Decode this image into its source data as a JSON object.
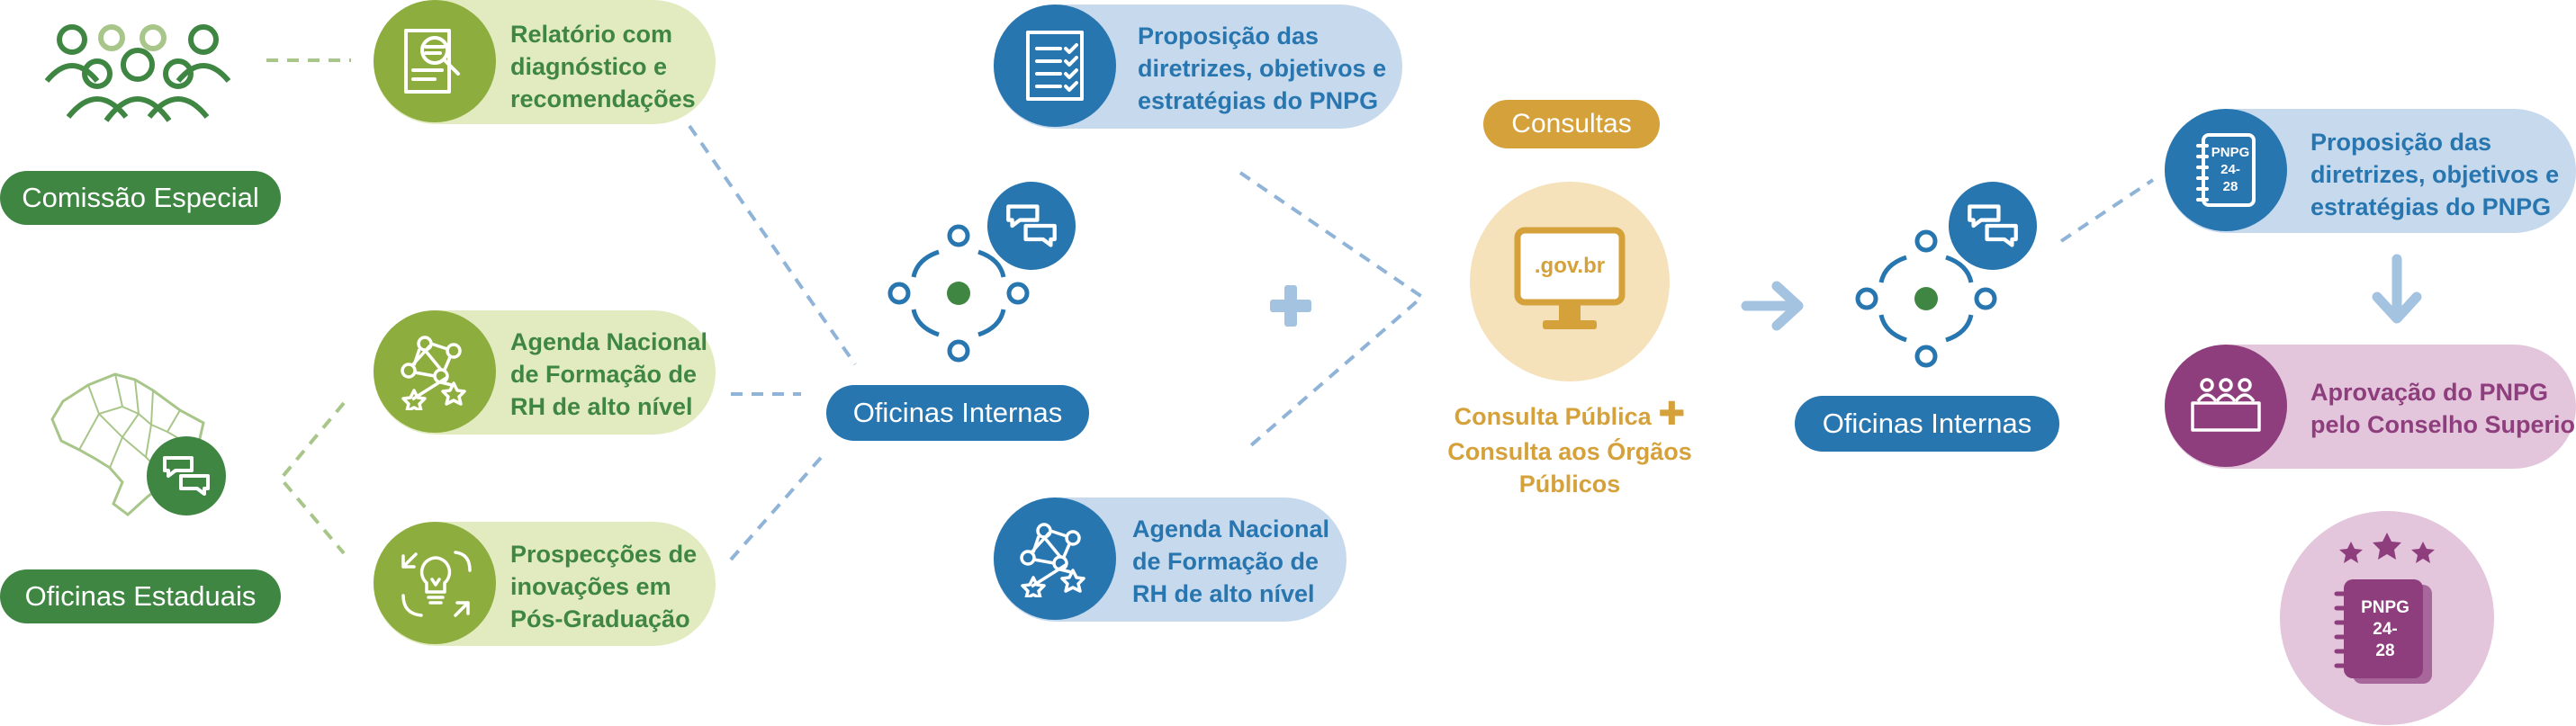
{
  "left": {
    "commission_label": "Comissão Especial",
    "state_workshops_label": "Oficinas Estaduais",
    "report_lines": [
      "Relatório com",
      "diagnóstico e",
      "recomendações"
    ],
    "agenda_lines": [
      "Agenda Nacional",
      "de Formação de",
      "RH de alto nível"
    ],
    "prospect_lines": [
      "Prospecções de",
      "inovações em",
      "Pós-Graduação"
    ]
  },
  "middle": {
    "internal_workshops_label": "Oficinas Internas",
    "proposition_lines": [
      "Proposição das",
      "diretrizes, objetivos e",
      "estratégias do PNPG"
    ],
    "agenda_lines": [
      "Agenda Nacional",
      "de Formação de",
      "RH de alto nível"
    ]
  },
  "consult": {
    "badge": "Consultas",
    "screen_text": ".gov.br",
    "line1": "Consulta Pública",
    "line2": "Consulta aos Órgãos Públicos"
  },
  "right": {
    "internal_workshops_label": "Oficinas Internas",
    "proposition_lines": [
      "Proposição das",
      "diretrizes, objetivos e",
      "estratégias do PNPG"
    ],
    "approval_lines": [
      "Aprovação do PNPG",
      "pelo Conselho Superior"
    ],
    "book_small": [
      "PNPG",
      "24-",
      "28"
    ],
    "book_large": [
      "PNPG",
      "24-",
      "28"
    ]
  },
  "colors": {
    "green": "#3f8643",
    "olive": "#8dad3f",
    "blue": "#2876b0",
    "light_blue": "#a3c3e0",
    "gold": "#d5a13b",
    "purple": "#8e3e7d",
    "light_purple": "#e3c6dc"
  },
  "icons": [
    "people-group-icon",
    "brazil-map-icon",
    "chat-icon",
    "document-search-icon",
    "network-stars-icon",
    "lightbulb-cycle-icon",
    "workshop-hub-icon",
    "checklist-icon",
    "plus-icon",
    "monitor-icon",
    "arrow-right-icon",
    "arrow-down-icon",
    "book-icon",
    "meeting-icon",
    "stars-icon"
  ]
}
